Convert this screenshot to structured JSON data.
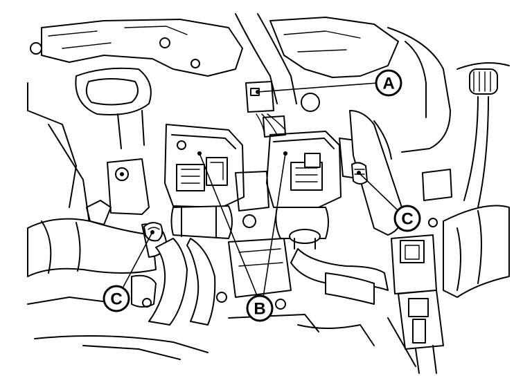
{
  "callouts": {
    "a": "A",
    "b": "B",
    "c_right": "C",
    "c_left": "C"
  }
}
